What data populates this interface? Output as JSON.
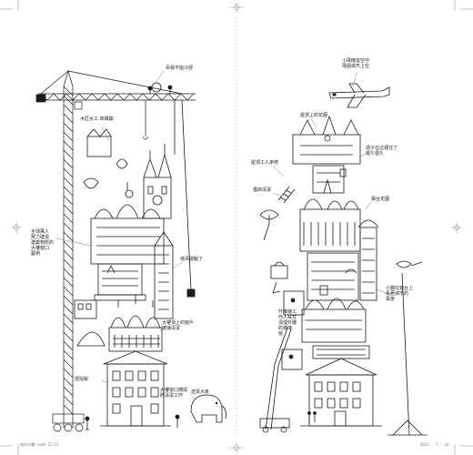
{
  "colors": {
    "ink": "#1a1a1a",
    "paper": "#ffffff",
    "crop_mark": "#888888"
  },
  "spread": {
    "left_page": {
      "annotations": [
        {
          "id": "crane-top",
          "text": "吊桿不能冷卻"
        },
        {
          "id": "workers",
          "text": "木匠水工 來構築"
        },
        {
          "id": "side-note",
          "text": "全球萬人\n努力建造\n建築物所的\n大樓窗口\n藝術"
        },
        {
          "id": "mid-right",
          "text": "塔吊運輸了"
        },
        {
          "id": "window",
          "text": "大樓頂上的窗戶\n玻璃清潔"
        },
        {
          "id": "lower-left",
          "text": "把拍製"
        },
        {
          "id": "bottom-center",
          "text": "大樓窗口擦拭\n的清潔工作"
        },
        {
          "id": "bottom-right",
          "text": "送貨大象"
        }
      ],
      "footer": "城市大樓.indd 12-13"
    },
    "right_page": {
      "annotations": [
        {
          "id": "plane",
          "text": "小飛機從空中\n飛過城市上空"
        },
        {
          "id": "rooftop",
          "text": "屋頂上的花園"
        },
        {
          "id": "right-1",
          "text": "鴿子在這裡住了\n很久很久"
        },
        {
          "id": "left-1",
          "text": "屋頂工人來修"
        },
        {
          "id": "left-2",
          "text": "煙囪清潔"
        },
        {
          "id": "right-2",
          "text": "陽台花園"
        },
        {
          "id": "mid-left",
          "text": "升降機工\n作人員在\n清理外牆\n的玻璃\n窗"
        },
        {
          "id": "mid-right",
          "text": "小貓在窗台上\n看著城市的\n風景"
        }
      ],
      "footer": "2023 - 7 - 24"
    }
  }
}
